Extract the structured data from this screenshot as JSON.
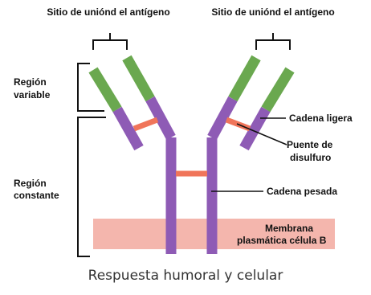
{
  "labels": {
    "antigen_site_left": "Sitio de uniónd el antígeno",
    "antigen_site_right": "Sitio de uniónd el antígeno",
    "variable_region_l1": "Región",
    "variable_region_l2": "variable",
    "constant_region_l1": "Región",
    "constant_region_l2": "constante",
    "light_chain": "Cadena ligera",
    "disulfide_bridge_l1": "Puente de",
    "disulfide_bridge_l2": "disulfuro",
    "heavy_chain": "Cadena pesada",
    "membrane_l1": "Membrana",
    "membrane_l2": "plasmática célula B"
  },
  "caption": "Respuesta humoral y celular",
  "colors": {
    "variable": "#6aa84f",
    "constant": "#8e5bb5",
    "disulfide": "#f0755a",
    "membrane": "#f4b6ad",
    "bracket": "#111111"
  }
}
